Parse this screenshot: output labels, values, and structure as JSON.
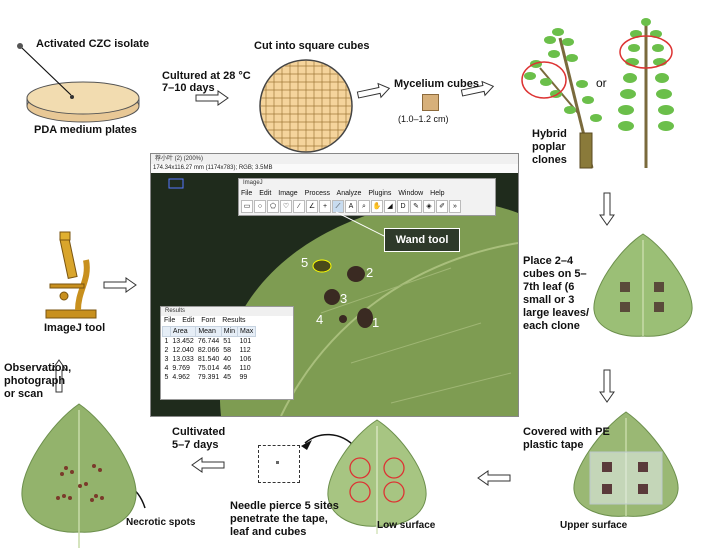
{
  "steps": {
    "isolate": "Activated CZC isolate",
    "pda": "PDA medium plates",
    "culture": [
      "Cultured at 28 °C",
      "7–10 days"
    ],
    "cut": "Cut into square cubes",
    "mycelium": "Mycelium cubes",
    "size": "(1.0–1.2 cm)",
    "or": "or",
    "hybrid": [
      "Hybrid",
      "poplar",
      "clones"
    ],
    "place": [
      "Place 2–4",
      "cubes on 5–",
      "7th leaf (6",
      "small or 3",
      "large leaves/",
      "each clone"
    ],
    "covered": [
      "Covered with PE",
      "plastic tape"
    ],
    "upper": "Upper surface",
    "lower": "Low surface",
    "needle": [
      "Needle pierce 5 sites",
      "penetrate the tape,",
      "leaf and cubes"
    ],
    "cultivated": [
      "Cultivated",
      "5–7 days"
    ],
    "necrotic": "Necrotic spots",
    "observation": [
      "Observation,",
      "photograph",
      "or scan"
    ],
    "imagej": "ImageJ tool",
    "wand": "Wand tool"
  },
  "imagej_window": {
    "title": "荐小叶 (2) (200%)",
    "info": "174.34x116.27 mm (1174x783); RGB; 3.5MB"
  },
  "toolbar": {
    "title": "ImageJ",
    "menu": [
      "File",
      "Edit",
      "Image",
      "Process",
      "Analyze",
      "Plugins",
      "Window",
      "Help"
    ]
  },
  "results": {
    "title": "Results",
    "menu": [
      "File",
      "Edit",
      "Font",
      "Results"
    ],
    "columns": [
      "",
      "Area",
      "Mean",
      "Min",
      "Max"
    ],
    "rows": [
      [
        "1",
        "13.452",
        "76.744",
        "51",
        "101"
      ],
      [
        "2",
        "12.040",
        "82.066",
        "58",
        "112"
      ],
      [
        "3",
        "13.033",
        "81.540",
        "40",
        "106"
      ],
      [
        "4",
        "9.769",
        "75.014",
        "46",
        "110"
      ],
      [
        "5",
        "4.962",
        "79.391",
        "45",
        "99"
      ]
    ]
  },
  "spot_labels": [
    "1",
    "2",
    "3",
    "4",
    "5"
  ]
}
